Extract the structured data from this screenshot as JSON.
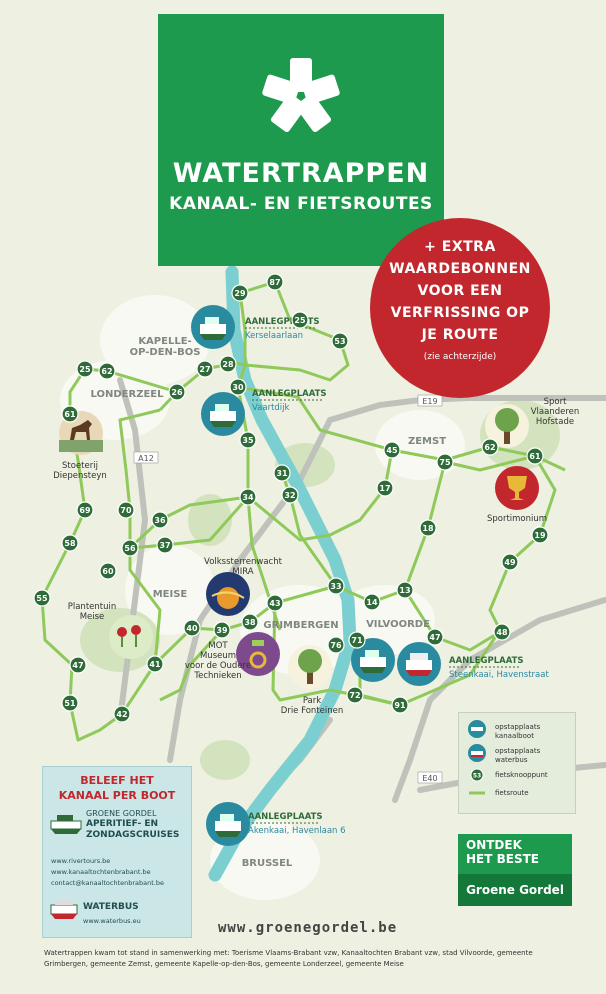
{
  "title": {
    "line1": "WATERTRAPPEN",
    "line2": "KANAAL- EN FIETSROUTES"
  },
  "badge": {
    "main": "+ EXTRA\nWAARDEBONNEN\nVOOR EEN\nVERFRISSING OP\nJE ROUTE",
    "sub": "(zie achterzijde)"
  },
  "towns": [
    {
      "id": "kapelle",
      "text": "KAPELLE-\nOP-DEN-BOS"
    },
    {
      "id": "londerzeel",
      "text": "LONDERZEEL"
    },
    {
      "id": "zemst",
      "text": "ZEMST"
    },
    {
      "id": "meise",
      "text": "MEISE"
    },
    {
      "id": "grimbergen",
      "text": "GRIMBERGEN"
    },
    {
      "id": "vilvoorde",
      "text": "VILVOORDE"
    },
    {
      "id": "brussel",
      "text": "BRUSSEL"
    }
  ],
  "roads": {
    "e19": "E19",
    "a12": "A12",
    "e40": "E40"
  },
  "landings": [
    {
      "id": "kerselaarlaan",
      "heading": "AANLEGPLAATS",
      "name": "Kerselaarlaan"
    },
    {
      "id": "vaartdijk",
      "heading": "AANLEGPLAATS",
      "name": "Vaartdijk"
    },
    {
      "id": "steenkaai",
      "heading": "AANLEGPLAATS",
      "name": "Steenkaai, Havenstraat"
    },
    {
      "id": "akenkaai",
      "heading": "AANLEGPLAATS",
      "name": "Akenkaai, Havenlaan 6"
    }
  ],
  "pois": [
    {
      "id": "stoeterij",
      "text": "Stoeterij\nDiepensteyn"
    },
    {
      "id": "sport",
      "text": "Sport\nVlaanderen\nHofstade"
    },
    {
      "id": "sportimonium",
      "text": "Sportimonium"
    },
    {
      "id": "mira",
      "text": "Volkssterrenwacht\nMIRA"
    },
    {
      "id": "plantentuin",
      "text": "Plantentuin\nMeise"
    },
    {
      "id": "mot",
      "text": "MOT\nMuseum\nvoor de Oudere\nTechnieken"
    },
    {
      "id": "park",
      "text": "Park\nDrie Fonteinen"
    }
  ],
  "nodes": [
    "29",
    "87",
    "25",
    "53",
    "28",
    "27",
    "26",
    "30",
    "25",
    "62",
    "61",
    "69",
    "70",
    "56",
    "60",
    "36",
    "37",
    "34",
    "35",
    "32",
    "31",
    "45",
    "75",
    "62",
    "61",
    "17",
    "18",
    "13",
    "14",
    "33",
    "43",
    "38",
    "39",
    "40",
    "41",
    "42",
    "47",
    "51",
    "55",
    "58",
    "49",
    "19",
    "48",
    "47",
    "71",
    "76",
    "72",
    "91"
  ],
  "infobox": {
    "heading": "BELEEF HET\nKANAAL PER BOOT",
    "sub1": "GROENE GORDEL",
    "sub2": "APERITIEF- EN\nZONDAGSCRUISES",
    "links": [
      "www.rivertours.be",
      "www.kanaaltochtenbrabant.be",
      "contact@kanaaltochtenbrabant.be"
    ],
    "waterbus": "WATERBUS",
    "waterbus_link": "www.waterbus.eu"
  },
  "legend": {
    "items": [
      "opstapplaats\nkanaalboot",
      "opstapplaats\nwaterbus",
      "fietsknooppunt",
      "fietsroute"
    ],
    "sample_node": "53"
  },
  "ontdek": {
    "line1": "ONTDEK\nHET BESTE",
    "line2": "Groene Gordel"
  },
  "website": "www.groenegordel.be",
  "footer": "Watertrappen kwam tot stand in samenwerking met: Toerisme Vlaams-Brabant vzw, Kanaaltochten Brabant vzw, stad Vilvoorde, gemeente Grimbergen, gemeente Zemst, gemeente Kapelle-op-den-Bos, gemeente Londerzeel, gemeente Meise",
  "colors": {
    "green": "#1d9a4d",
    "red": "#c1272d",
    "canal": "#7ccfd0",
    "route": "#8fc95a",
    "node": "#2f6b39"
  }
}
